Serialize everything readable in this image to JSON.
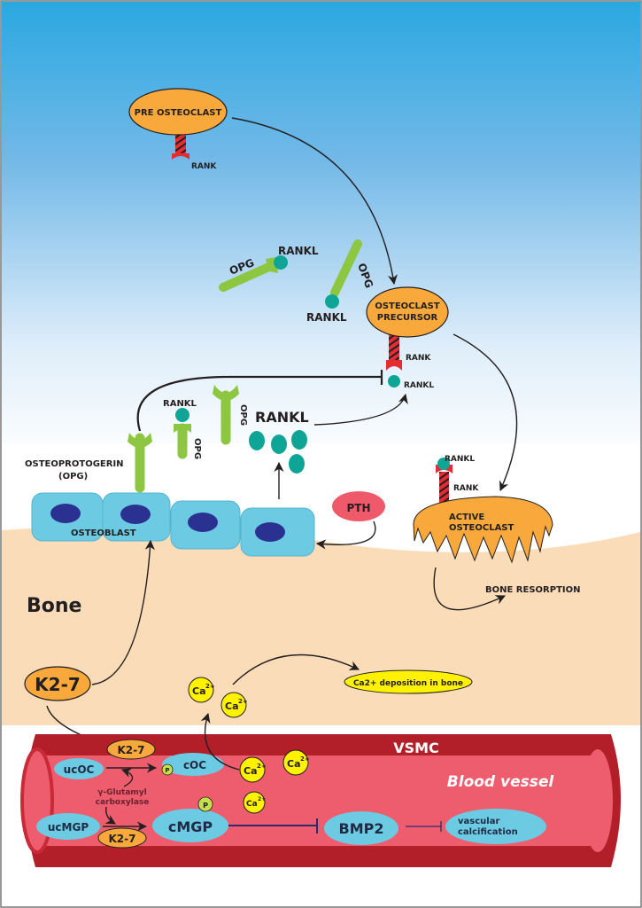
{
  "diagram": {
    "regions": {
      "bone": "Bone",
      "vessel_wall": "VSMC",
      "vessel": "Blood vessel"
    },
    "cells": {
      "pre_osteoclast": "PRE OSTEOCLAST",
      "osteoclast_precursor_line1": "OSTEOCLAST",
      "osteoclast_precursor_line2": "PRECURSOR",
      "active_osteoclast_line1": "ACTIVE",
      "active_osteoclast_line2": "OSTEOCLAST",
      "osteoblast": "OSTEOBLAST"
    },
    "molecules": {
      "rank": "RANK",
      "rankl": "RANKL",
      "opg": "OPG",
      "osteoprotegerin_line1": "OSTEOPROTOGERIN",
      "osteoprotegerin_line2": "(OPG)",
      "pth": "PTH",
      "k27": "K2-7",
      "ca_base": "Ca",
      "ca_charge": "2+",
      "ucoc": "ucOC",
      "coc": "cOC",
      "ucmgp": "ucMGP",
      "cmgp": "cMGP",
      "phosphate": "P",
      "enzyme_line1": "γ-Glutamyl",
      "enzyme_line2": "carboxylase",
      "bmp2": "BMP2",
      "vascular_line1": "vascular",
      "vascular_line2": "calcification"
    },
    "processes": {
      "bone_resorption": "BONE RESORPTION",
      "ca_deposition": "Ca2+ deposition in bone"
    },
    "colors": {
      "sky_top": "#2aa8e0",
      "sky_bottom": "#ffffff",
      "bone": "#fbdcb8",
      "osteoclast": "#f9a93b",
      "rank_red": "#e42c33",
      "rankl_teal": "#0fa596",
      "opg_green": "#8dc640",
      "osteoblast_blue": "#6ccbe3",
      "nucleus": "#2b3190",
      "pth_pink": "#ef5a6b",
      "calcium_yellow": "#fff200",
      "vessel_outer": "#b21f28",
      "vessel_inner": "#ee5d6d",
      "protein_blue": "#6ccbe3",
      "phosphate_green": "#c5e04a"
    }
  }
}
